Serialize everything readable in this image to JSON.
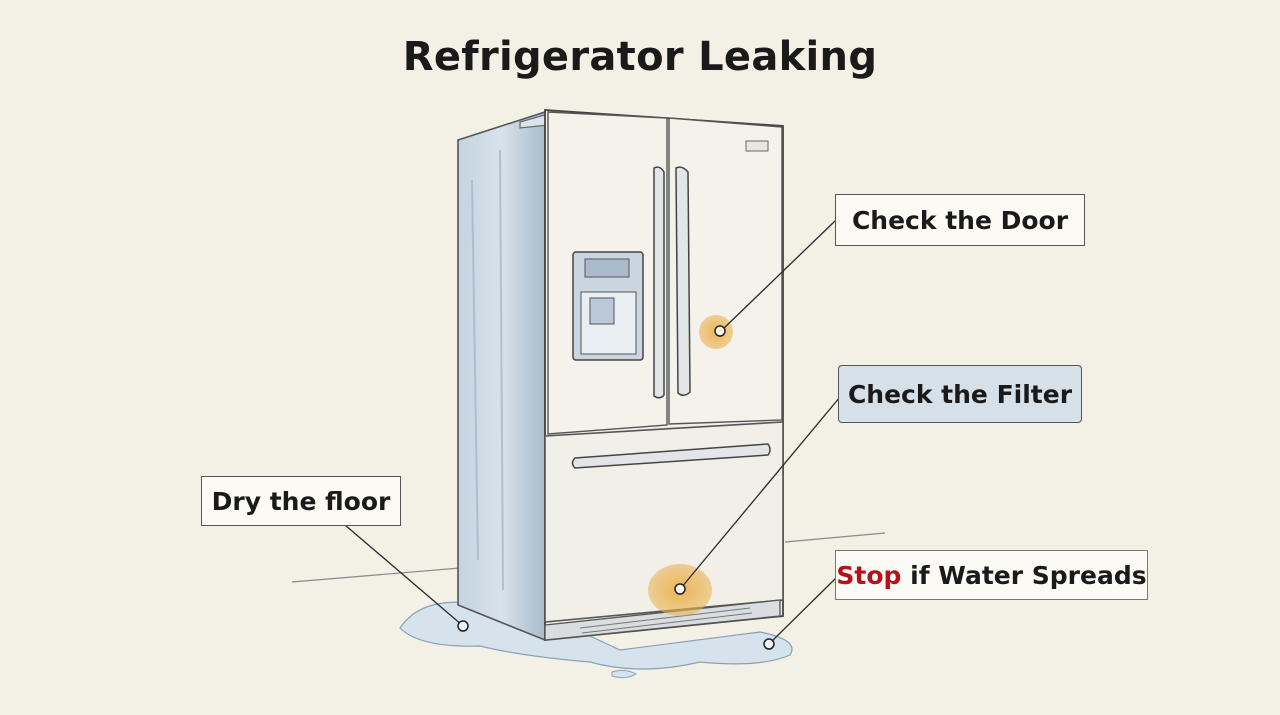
{
  "title": "Refrigerator Leaking",
  "labels": {
    "check_door": "Check the Door",
    "check_filter": "Check the Filter",
    "dry_floor": "Dry the floor",
    "stop_word": "Stop",
    "spreads_rest": " if Water Spreads"
  },
  "colors": {
    "background": "#f3f0e6",
    "fridge_body": "#f1efe7",
    "fridge_shadow": "#b9c9d8",
    "water": "#d6e2ec",
    "highlight": "#eab24f",
    "stop": "#b3121d",
    "filter_label": "#d5e0e9"
  },
  "icons": [
    "refrigerator-illustration",
    "water-puddle",
    "callout-dot"
  ]
}
